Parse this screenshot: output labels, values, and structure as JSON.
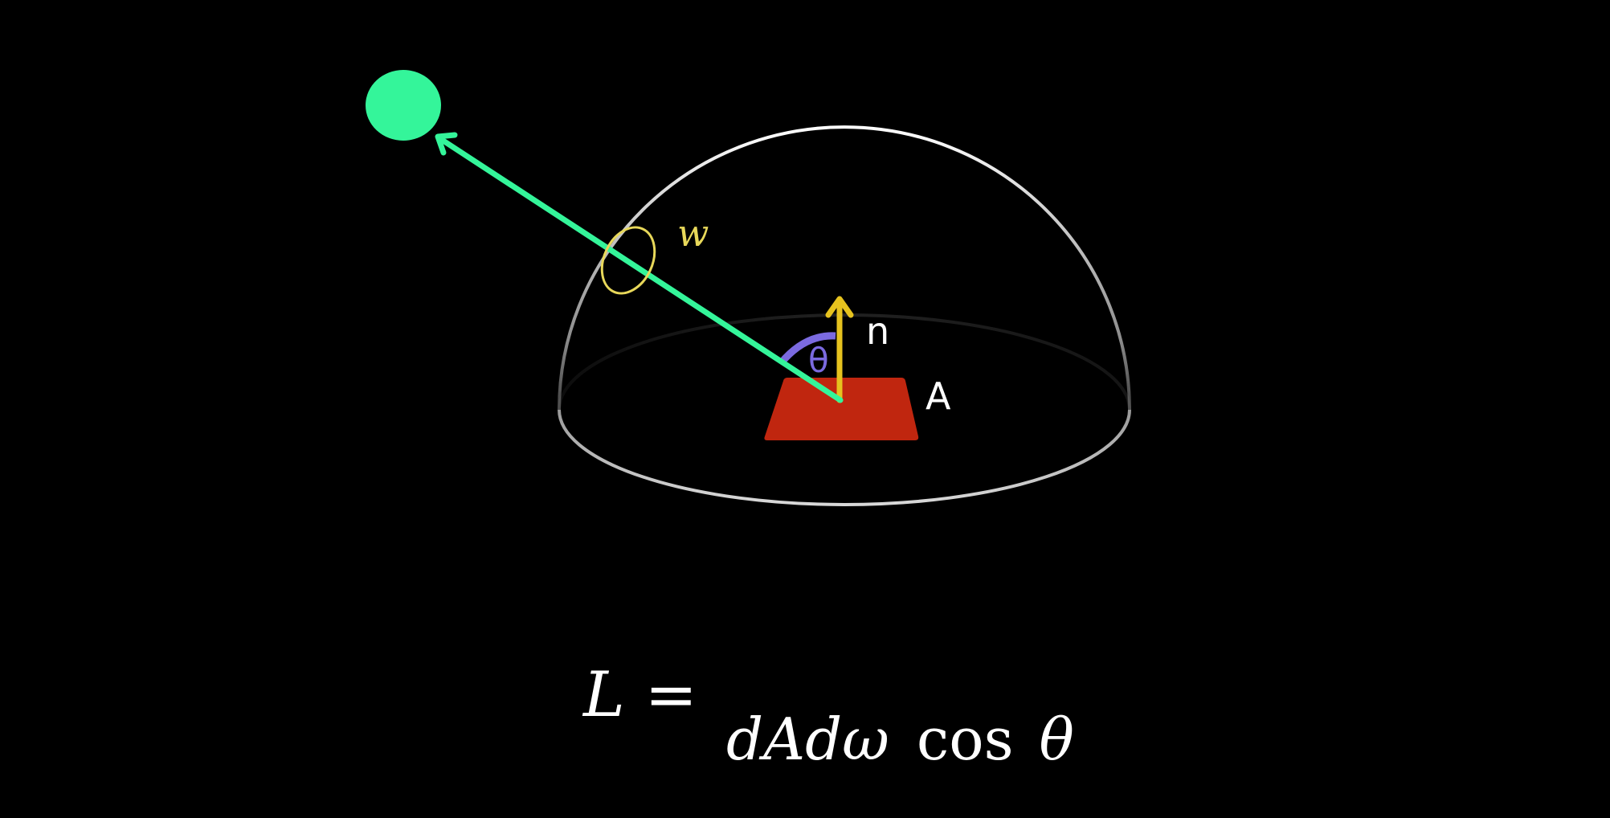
{
  "colors": {
    "background": "#000000",
    "hemisphere": "#ffffff",
    "ray": "#34f59a",
    "source": "#34f59a",
    "normal": "#e6c21e",
    "solid_angle": "#e8d85a",
    "theta_arc": "#7b6ae0",
    "surface": "#c0260f",
    "text": "#ffffff"
  },
  "labels": {
    "solid_angle": "w",
    "normal": "n",
    "theta": "θ",
    "area": "A"
  },
  "equation": {
    "lhs": "L =",
    "denominator_italic": "dAdω",
    "cos": "cos",
    "theta": "θ"
  }
}
